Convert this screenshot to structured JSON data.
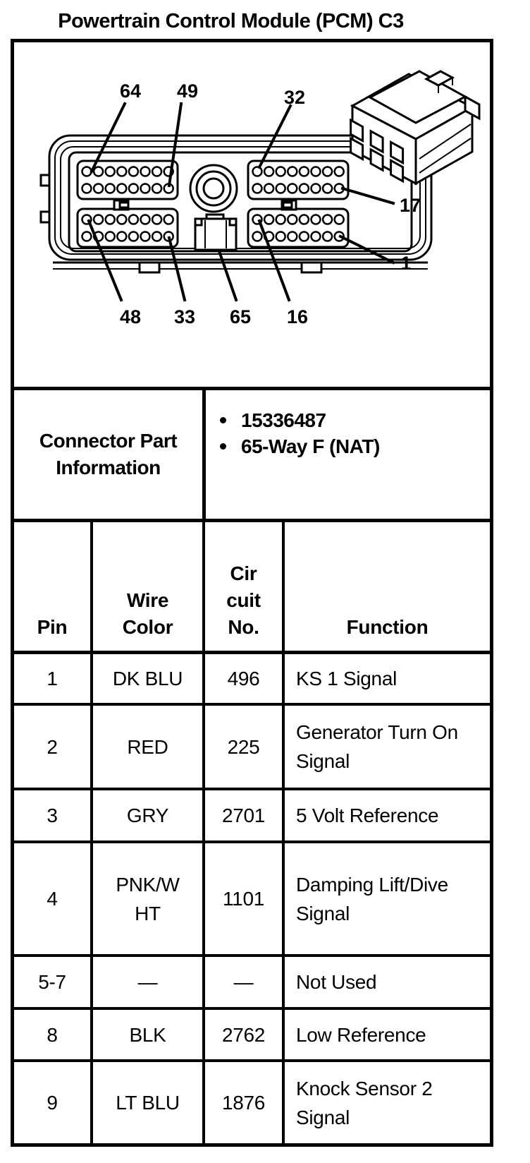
{
  "title": "Powertrain Control Module (PCM) C3",
  "colors": {
    "ink": "#000000",
    "paper": "#ffffff"
  },
  "diagram": {
    "pin_labels": [
      {
        "id": "64",
        "text": "64"
      },
      {
        "id": "49",
        "text": "49"
      },
      {
        "id": "32",
        "text": "32"
      },
      {
        "id": "17",
        "text": "17"
      },
      {
        "id": "1",
        "text": "1"
      },
      {
        "id": "48",
        "text": "48"
      },
      {
        "id": "33",
        "text": "33"
      },
      {
        "id": "65",
        "text": "65"
      },
      {
        "id": "16",
        "text": "16"
      }
    ]
  },
  "connector_part_information": {
    "label": "Connector Part\nInformation",
    "items": [
      "15336487",
      "65-Way F (NAT)"
    ]
  },
  "pin_table": {
    "headers": {
      "pin": "Pin",
      "wire_color": "Wire\nColor",
      "circuit_no": "Cir\ncuit\nNo.",
      "function": "Function"
    },
    "rows": [
      {
        "pin": "1",
        "wire_color": "DK BLU",
        "circuit_no": "496",
        "function": "KS 1 Signal"
      },
      {
        "pin": "2",
        "wire_color": "RED",
        "circuit_no": "225",
        "function": "Generator Turn On\nSignal"
      },
      {
        "pin": "3",
        "wire_color": "GRY",
        "circuit_no": "2701",
        "function": "5 Volt Reference"
      },
      {
        "pin": "4",
        "wire_color": "PNK/W\nHT",
        "circuit_no": "1101",
        "function": "Damping Lift/Dive\nSignal"
      },
      {
        "pin": "5-7",
        "wire_color": "—",
        "circuit_no": "—",
        "function": "Not Used"
      },
      {
        "pin": "8",
        "wire_color": "BLK",
        "circuit_no": "2762",
        "function": "Low Reference"
      },
      {
        "pin": "9",
        "wire_color": "LT BLU",
        "circuit_no": "1876",
        "function": "Knock Sensor 2\nSignal"
      }
    ]
  }
}
